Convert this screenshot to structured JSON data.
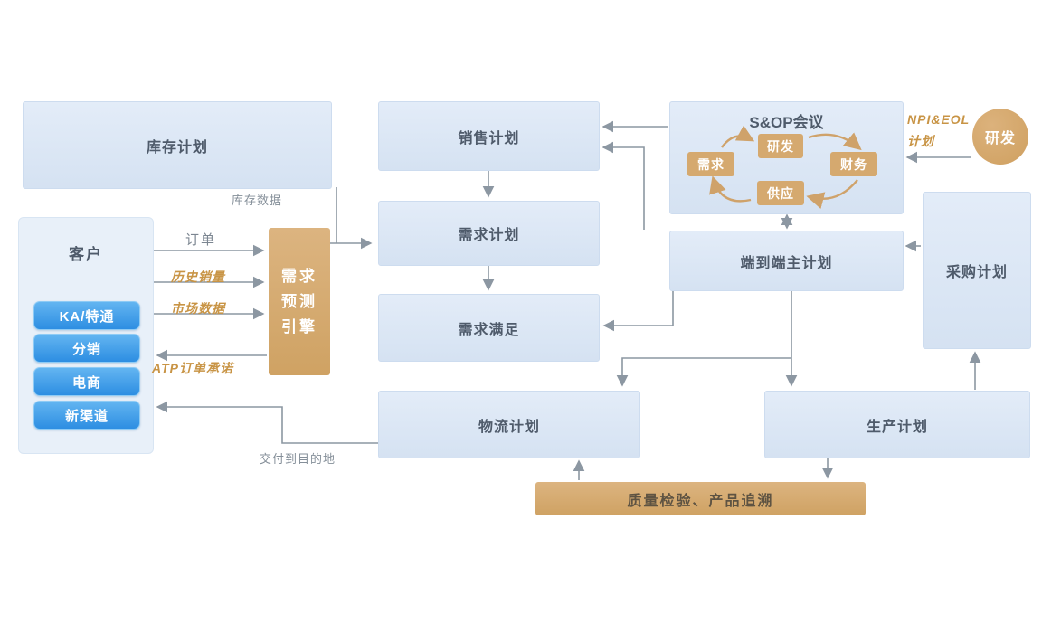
{
  "nodes": {
    "inventory_plan": "库存计划",
    "sales_plan": "销售计划",
    "demand_plan": "需求计划",
    "demand_fulfillment": "需求满足",
    "e2e_master_plan": "端到端主计划",
    "procurement_plan": "采购计划",
    "logistics_plan": "物流计划",
    "production_plan": "生产计划",
    "quality_trace": "质量检验、产品追溯",
    "rd_circle": "研发"
  },
  "forecast_engine": {
    "lines": [
      "需求",
      "预测",
      "引擎"
    ]
  },
  "sop": {
    "title": "S&OP会议",
    "rd": "研发",
    "demand": "需求",
    "finance": "财务",
    "supply": "供应"
  },
  "customer": {
    "title": "客户",
    "channels": [
      "KA/特通",
      "分销",
      "电商",
      "新渠道"
    ]
  },
  "flow_labels": {
    "inventory_data": "库存数据",
    "order": "订单",
    "historical_sales": "历史销量",
    "market_data": "市场数据",
    "atp_commit": "ATP订单承诺",
    "delivery": "交付到目的地",
    "npi_line1": "NPI&EOL",
    "npi_line2": "计划"
  },
  "colors": {
    "node_blue": "#dbe6f4",
    "panel_blue": "#e8f0f9",
    "channel_blue": "#2d8ee2",
    "tan": "#d5a96f",
    "tan_label_text": "#c89445",
    "arrow_gray": "#8c97a2",
    "dark_text": "#4f5b6b"
  }
}
